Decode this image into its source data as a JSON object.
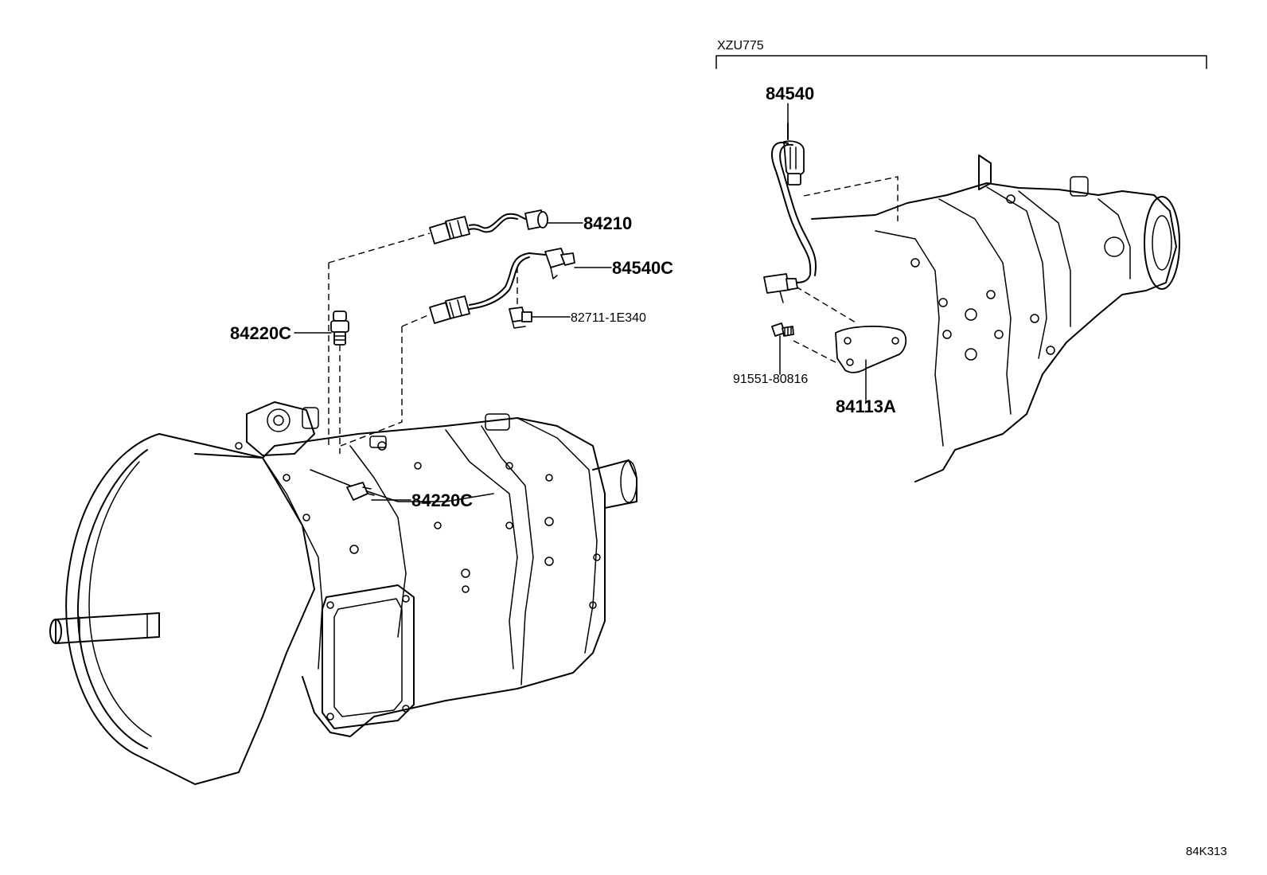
{
  "group_label": "XZU775",
  "diagram_code": "84K313",
  "callouts": {
    "c84540": "84540",
    "c84210": "84210",
    "c84540C": "84540C",
    "c82711": "82711-1E340",
    "c84220C_top": "84220C",
    "c84220C_mid": "84220C",
    "c91551": "91551-80816",
    "c84113A": "84113A"
  }
}
